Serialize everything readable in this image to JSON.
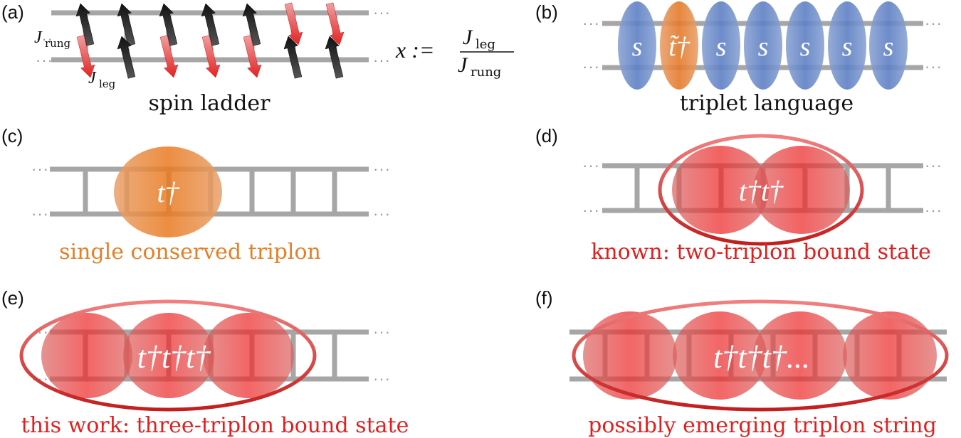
{
  "panels": {
    "a": {
      "label": "(a)",
      "caption": "spin ladder",
      "j_rung": "J",
      "j_rung_sub": "rung",
      "j_leg": "J",
      "j_leg_sub": "leg",
      "eq_lhs": "x :=",
      "eq_num": "J",
      "eq_num_sub": "leg",
      "eq_den": "J",
      "eq_den_sub": "rung"
    },
    "b": {
      "label": "(b)",
      "caption": "triplet language",
      "site_labels": [
        "s",
        "t̃†",
        "s",
        "s",
        "s",
        "s",
        "s"
      ]
    },
    "c": {
      "label": "(c)",
      "caption": "single conserved triplon",
      "op": "t†"
    },
    "d": {
      "label": "(d)",
      "caption": "known: two-triplon bound state",
      "op": "t†t†"
    },
    "e": {
      "label": "(e)",
      "caption": "this work: three-triplon bound state",
      "op": "t†t†t†"
    },
    "f": {
      "label": "(f)",
      "caption": "possibly emerging triplon string",
      "op": "t†t†t†..."
    },
    "ellipsis": "···"
  },
  "colors": {
    "rail": "#a6a6a6",
    "singlet_blue": "#5b7fc4",
    "triplon_orange": "#e07a2c",
    "bound_red": "#e03434",
    "caption_orange": "#e58028",
    "caption_red": "#e02020",
    "arrow_red": "#e3282a",
    "arrow_black": "#111111"
  }
}
